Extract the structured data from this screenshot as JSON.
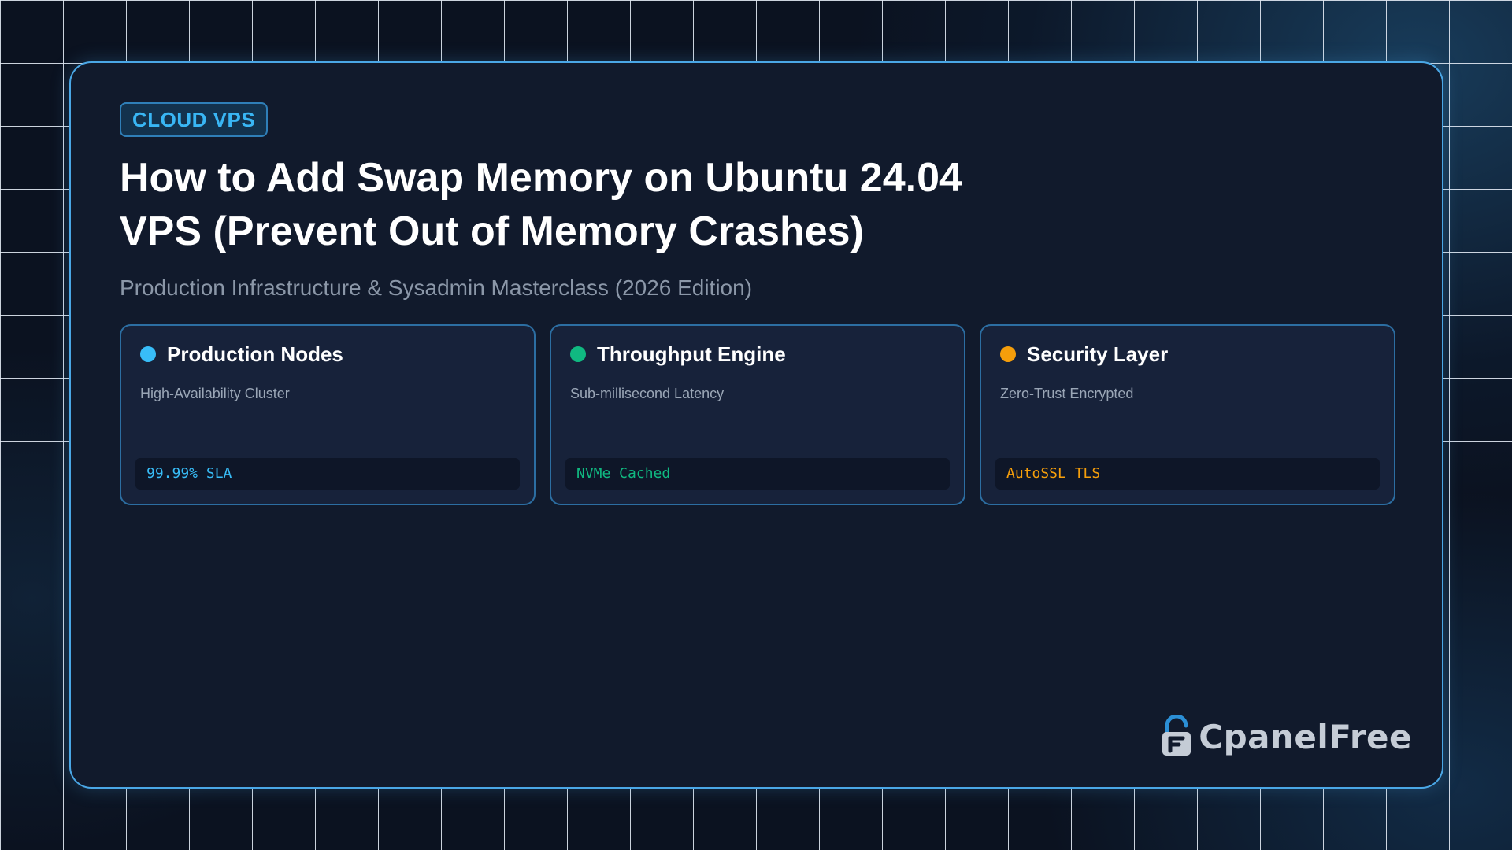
{
  "badge": "CLOUD VPS",
  "title": "How to Add Swap Memory on Ubuntu 24.04 VPS (Prevent Out of Memory Crashes)",
  "subtitle": "Production Infrastructure & Sysadmin Masterclass (2026 Edition)",
  "features": [
    {
      "title": "Production Nodes",
      "description": "High-Availability Cluster",
      "code": "99.99% SLA",
      "color": "#38bdf8"
    },
    {
      "title": "Throughput Engine",
      "description": "Sub-millisecond Latency",
      "code": "NVMe Cached",
      "color": "#10b981"
    },
    {
      "title": "Security Layer",
      "description": "Zero-Trust Encrypted",
      "code": "AutoSSL TLS",
      "color": "#f59e0b"
    }
  ],
  "logo": {
    "text": "CpanelFree",
    "icon": "padlock-logo-icon"
  }
}
